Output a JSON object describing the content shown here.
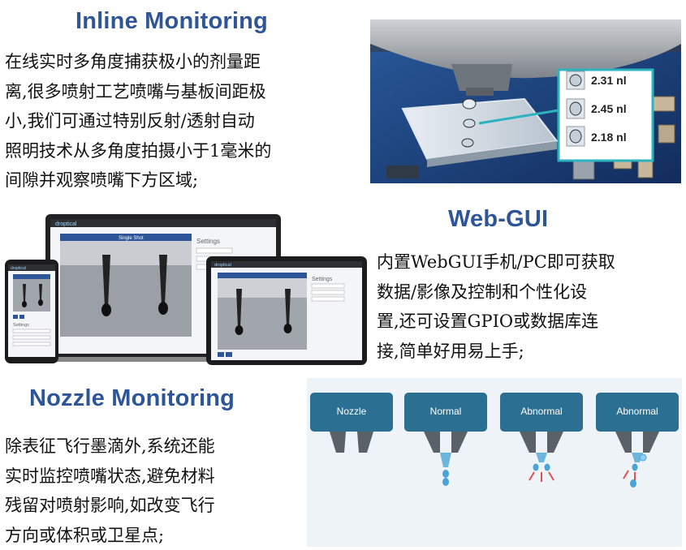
{
  "inline": {
    "title": "Inline Monitoring",
    "text": "在线实时多角度捕获极小的剂量距\n离,很多喷射工艺喷嘴与基板间距极\n小,我们可通过特别反射/透射自动\n照明技术从多角度拍摄小于1毫米的\n间隙并观察喷嘴下方区域;",
    "drops": [
      "2.31 nl",
      "2.45 nl",
      "2.18 nl"
    ]
  },
  "webgui": {
    "title": "Web-GUI",
    "text": "内置WebGUI手机/PC即可获取\n数据/影像及控制和个性化设\n置,还可设置GPIO或数据库连\n接,简单好用易上手;",
    "brand": "droptical",
    "view_title": "Single Shot",
    "settings_label": "Settings"
  },
  "nozzle": {
    "title": "Nozzle Monitoring",
    "text": "除表征飞行墨滴外,系统还能\n实时监控喷嘴状态,避免材料\n残留对喷射影响,如改变飞行\n方向或体积或卫星点;",
    "states": [
      "Nozzle",
      "Normal",
      "Abnormal",
      "Abnormal"
    ]
  },
  "colors": {
    "title": "#2e5597",
    "nozzle_box": "#2b6f93",
    "nozzle_bg": "#eef3f7",
    "pcb": "#1b3f7a"
  }
}
